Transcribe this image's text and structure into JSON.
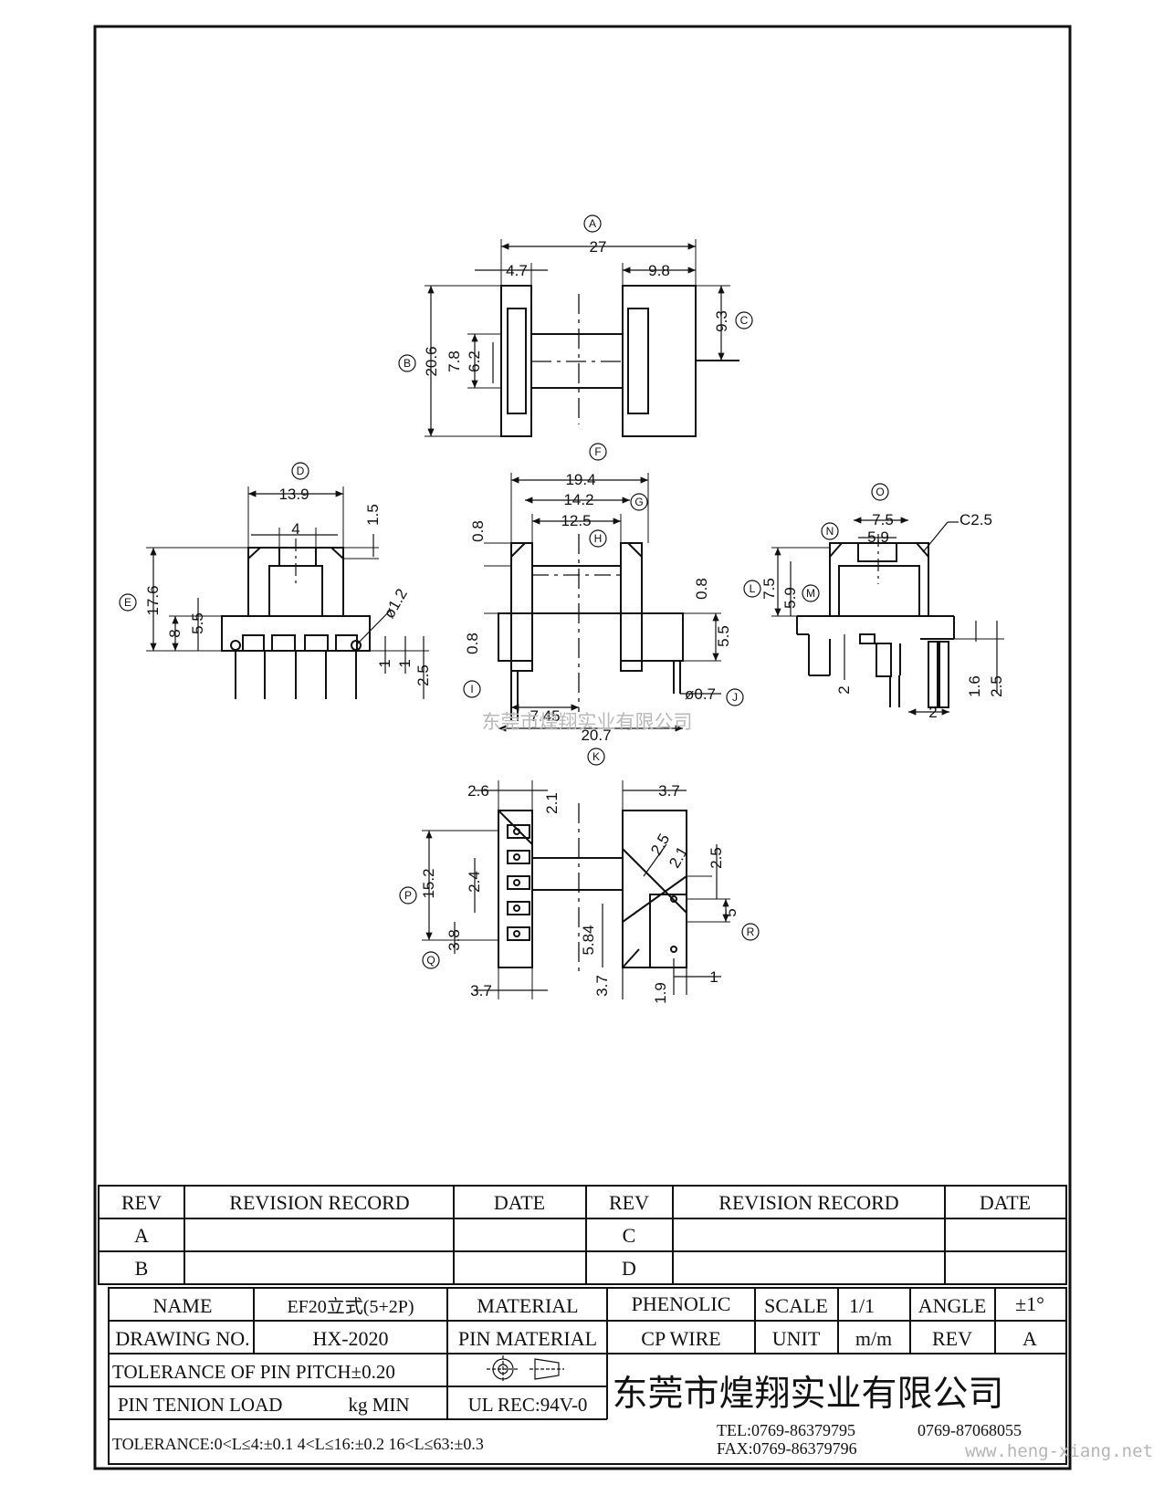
{
  "drawing": {
    "view_a": {
      "label": "A",
      "dims": {
        "overall": "27",
        "left": "4.7",
        "right": "9.8",
        "height": "20.6",
        "mid1": "7.8",
        "mid2": "6.2",
        "top_right": "9.3"
      },
      "labels": {
        "b": "B",
        "c": "C"
      }
    },
    "view_d": {
      "label": "D",
      "e_label": "E",
      "dims": {
        "width": "13.9",
        "slot": "4",
        "top": "1.5",
        "height": "17.6",
        "base": "8",
        "mid": "5.5",
        "pin_dia": "ø1.2",
        "pin_a": "1",
        "pin_b": "1",
        "pin_len": "2.5"
      }
    },
    "view_f": {
      "labels": {
        "f": "F",
        "g": "G",
        "h": "H",
        "i": "I",
        "j": "J",
        "k": "K"
      },
      "dims": {
        "w1": "19.4",
        "w2": "14.2",
        "w3": "12.5",
        "top": "0.8",
        "left_mid": "0.8",
        "right_mid": "0.8",
        "right_h": "5.5",
        "pin": "ø0.7",
        "half": "7.45",
        "bottom": "20.7"
      }
    },
    "view_o": {
      "labels": {
        "o": "O",
        "n": "N",
        "l": "L",
        "m": "M"
      },
      "dims": {
        "top": "7.5",
        "inner": "5.9",
        "chamfer": "C2.5",
        "h1": "7.5",
        "h2": "5.9",
        "foot": "2",
        "pin_a": "1.6",
        "pin_b": "2.5",
        "pin_w": "2"
      }
    },
    "view_p": {
      "labels": {
        "p": "P",
        "q": "Q",
        "r": "R"
      },
      "dims": {
        "left_top": "2.6",
        "left_top2": "2.1",
        "right_top": "3.7",
        "height": "15.2",
        "pitch": "2.4",
        "low": "3.8",
        "bottom_left": "3.7",
        "d1": "2.5",
        "d2": "2.1",
        "d3": "2.5",
        "r_gap": "5",
        "d4": "5.84",
        "d5": "3.7",
        "d6": "1.9",
        "d7": "1"
      }
    }
  },
  "watermark": {
    "center": "东莞市煌翔实业有限公司",
    "url": "www.heng-xiang.net"
  },
  "revision": {
    "headers": [
      "REV",
      "REVISION RECORD",
      "DATE",
      "REV",
      "REVISION RECORD",
      "DATE"
    ],
    "rows": [
      [
        "A",
        "",
        "",
        "C",
        "",
        ""
      ],
      [
        "B",
        "",
        "",
        "D",
        "",
        ""
      ]
    ]
  },
  "title_block": {
    "name_label": "NAME",
    "name_value": "EF20立式(5+2P)",
    "material_label": "MATERIAL",
    "material_value": "PHENOLIC",
    "scale_label": "SCALE",
    "scale_value": "1/1",
    "angle_label": "ANGLE",
    "angle_value": "±1°",
    "drawing_no_label": "DRAWING NO.",
    "drawing_no_value": "HX-2020",
    "pin_material_label": "PIN MATERIAL",
    "pin_material_value": "CP WIRE",
    "unit_label": "UNIT",
    "unit_value": "m/m",
    "rev_label": "REV",
    "rev_value": "A",
    "tolerance_pitch": "TOLERANCE OF PIN PITCH±0.20",
    "pin_tension_label": "PIN TENION LOAD",
    "pin_tension_value": "kg MIN",
    "ul_rec": "UL REC:94V-0",
    "tolerance": "TOLERANCE:0<L≤4:±0.1  4<L≤16:±0.2  16<L≤63:±0.3",
    "company": "东莞市煌翔实业有限公司",
    "tel_label": "TEL:0769-86379795",
    "tel2": "0769-87068055",
    "fax": "FAX:0769-86379796"
  }
}
